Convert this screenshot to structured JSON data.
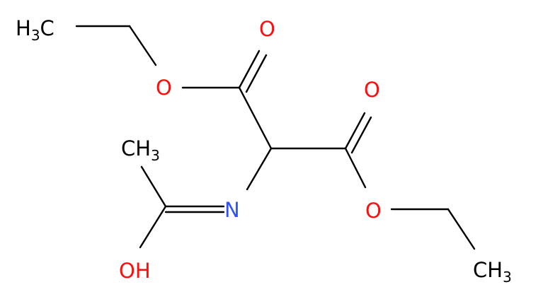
{
  "molecule": {
    "atom_labels": {
      "ch3_top_left": {
        "main": "H",
        "sub": "3",
        "tail": "C"
      },
      "o_ester1_single": "O",
      "o_ester1_double": "O",
      "o_ester2_double": "O",
      "o_ester2_single": "O",
      "ch3_bottom_right": {
        "main": "CH",
        "sub": "3"
      },
      "ch3_acetyl": {
        "main": "CH",
        "sub": "3"
      },
      "n_imine": "N",
      "oh_hydroxy": "OH"
    },
    "colors": {
      "bond": "#000000",
      "oxygen": "#ff0d0d",
      "nitrogen": "#3050f8",
      "carbon": "#000000"
    }
  }
}
